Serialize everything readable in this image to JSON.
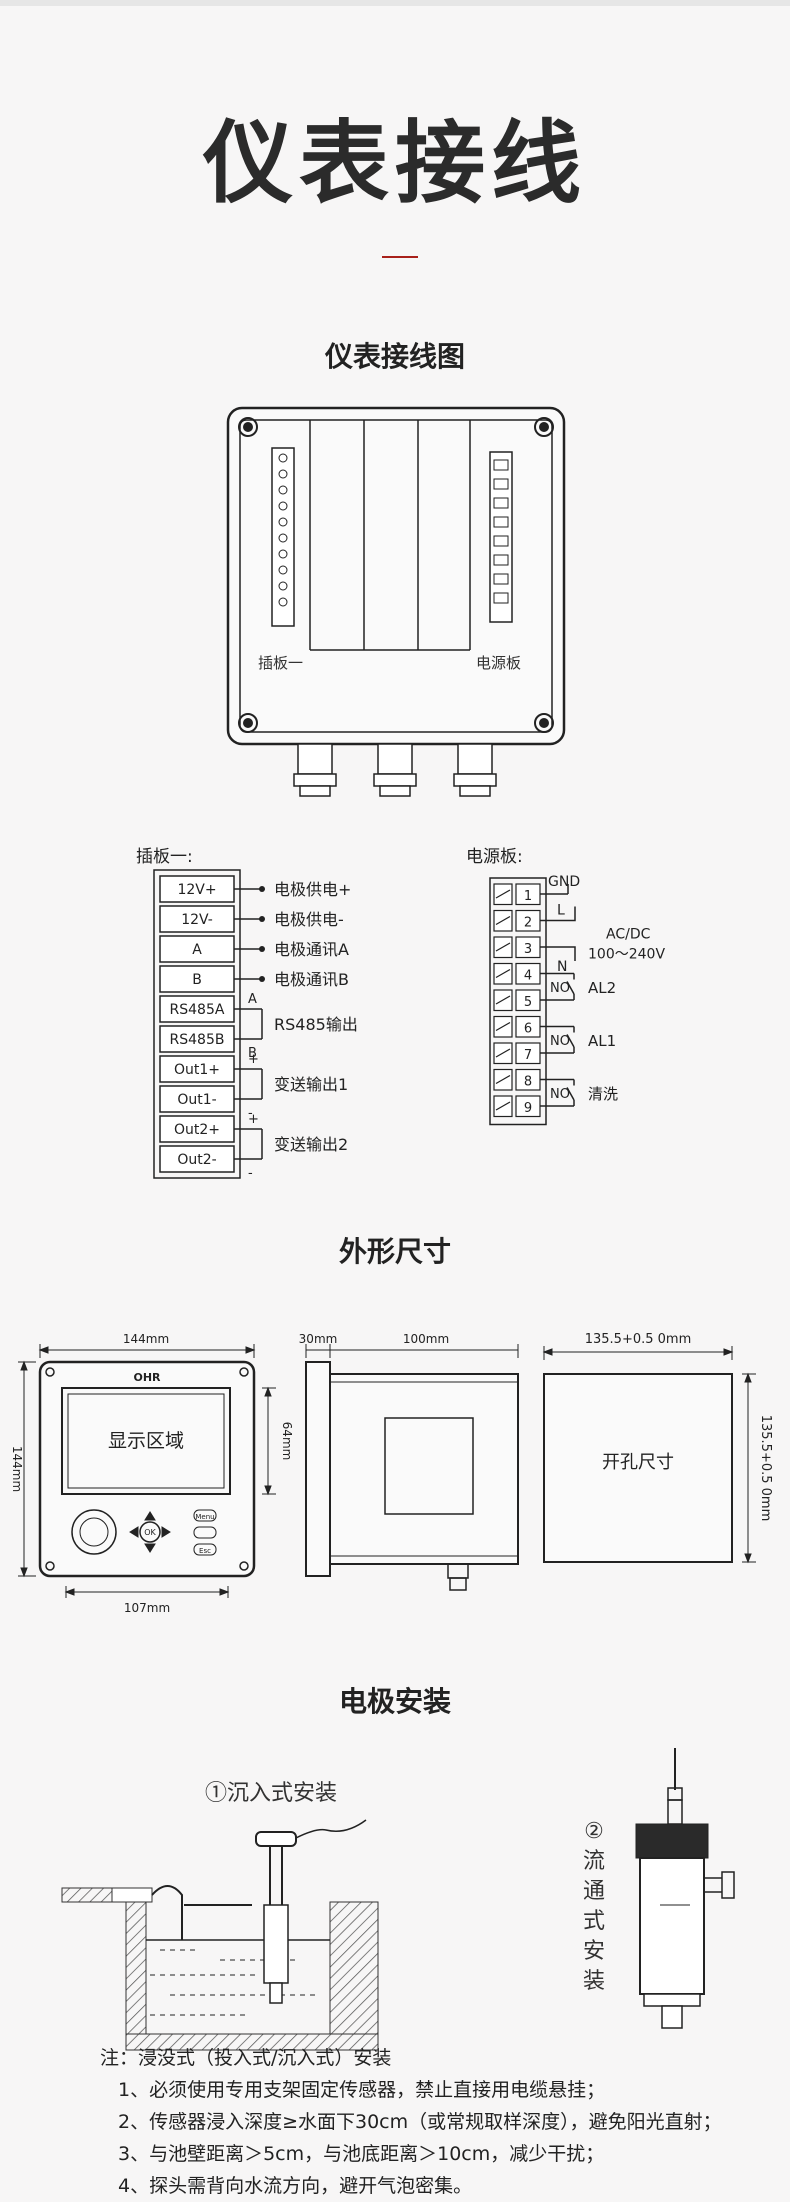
{
  "page_title": "仪表接线",
  "wiring_section": {
    "title": "仪表接线图",
    "board1_label": "插板一",
    "power_board_label": "电源板"
  },
  "terminal_section": {
    "board1_heading": "插板一:",
    "power_heading": "电源板:",
    "board1_terminals": [
      "12V+",
      "12V-",
      "A",
      "B",
      "RS485A",
      "RS485B",
      "Out1+",
      "Out1-",
      "Out2+",
      "Out2-"
    ],
    "board1_descriptions": [
      "电极供电+",
      "电极供电-",
      "电极通讯A",
      "电极通讯B",
      "RS485输出",
      "变送输出1",
      "变送输出2"
    ],
    "polarity_marks": [
      "A",
      "B",
      "+",
      "-",
      "+",
      "-"
    ],
    "power_terminals": [
      "1",
      "2",
      "3",
      "4",
      "5",
      "6",
      "7",
      "8",
      "9"
    ],
    "power_labels": [
      "GND",
      "L",
      "N",
      "AC/DC",
      "100～240V",
      "AL2",
      "AL1",
      "清洗"
    ],
    "no_mark": "NO"
  },
  "dimension_section": {
    "title": "外形尺寸",
    "front_width": "144mm",
    "front_height": "144mm",
    "display_height": "64mm",
    "bottom_width": "107mm",
    "brand": "OHR",
    "display_text": "显示区域",
    "buttons": [
      "Menu",
      "OK",
      "Esc"
    ],
    "side_depth_front": "30mm",
    "side_depth": "100mm",
    "cutout_width": "135.5+0.5 0mm",
    "cutout_height": "135.5+0.5 0mm",
    "cutout_label": "开孔尺寸"
  },
  "electrode_section": {
    "title": "电极安装",
    "immersion_label": "①沉入式安装",
    "flow_label": "②流通式安装",
    "notes": [
      "注：浸没式（投入式/沉入式）安装",
      "1、必须使用专用支架固定传感器，禁止直接用电缆悬挂；",
      "2、传感器浸入深度≥水面下30cm（或常规取样深度），避免阳光直射；",
      "3、与池壁距离＞5cm，与池底距离＞10cm，减少干扰；",
      "4、探头需背向水流方向，避开气泡密集。"
    ]
  }
}
